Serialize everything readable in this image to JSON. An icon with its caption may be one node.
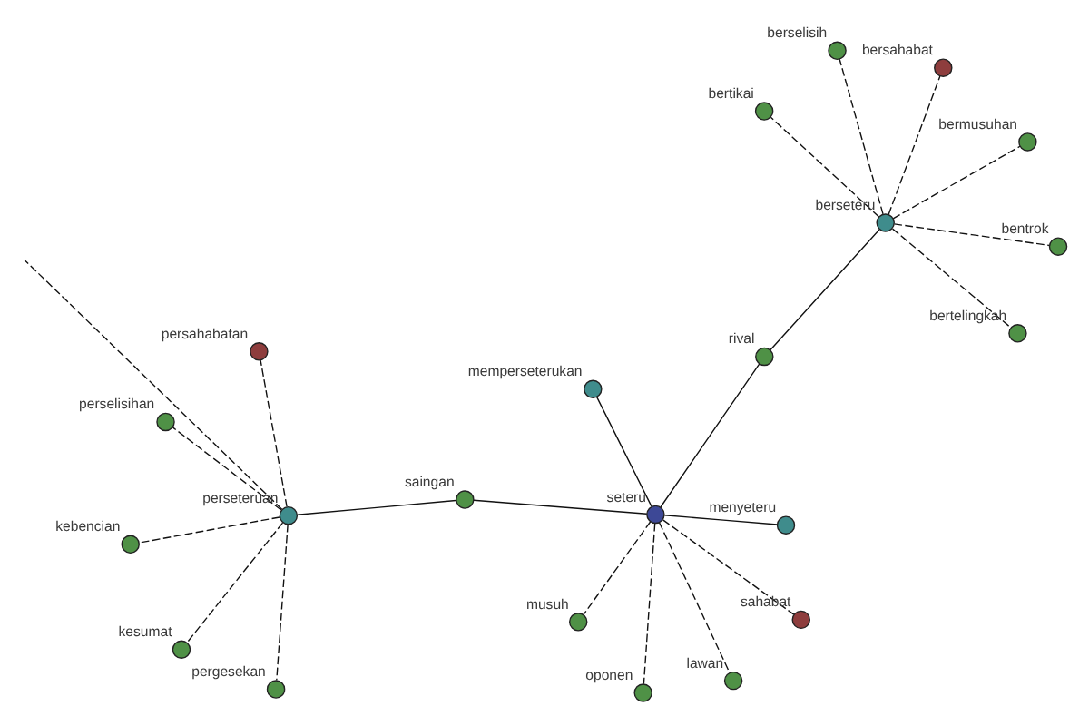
{
  "diagram": {
    "nodes": [
      {
        "text": [
          "kesumat"
        ]
      },
      {
        "text": [
          "persahabatan"
        ]
      },
      {
        "text": [
          "pergesekan"
        ]
      },
      {
        "text": [
          "perselisihan"
        ]
      },
      {
        "text": [
          "perseteruan"
        ]
      },
      {
        "text": [
          "kebencian"
        ]
      },
      {
        "text": [
          "saingan"
        ]
      },
      {
        "text": [
          "sahabat"
        ]
      },
      {
        "text": [
          "bertelingkah"
        ]
      },
      {
        "text": [
          "oponen"
        ]
      },
      {
        "text": [
          "seteru"
        ]
      },
      {
        "text": [
          "berselisih"
        ]
      },
      {
        "text": [
          "rival"
        ]
      },
      {
        "text": [
          "berseteru"
        ]
      },
      {
        "text": [
          "menyeteru"
        ]
      },
      {
        "text": [
          "lawan"
        ]
      },
      {
        "text": [
          "bentrok"
        ]
      },
      {
        "text": [
          "bersahabat"
        ]
      },
      {
        "text": [
          "musuh"
        ]
      },
      {
        "text": [
          "memperseterukan"
        ]
      },
      {
        "text": [
          "bermusuhan"
        ]
      },
      {
        "text": [
          "bertikai"
        ]
      }
    ],
    "edges": [
      {
        "from": 4,
        "to": null,
        "arrow": "none",
        "style": "dashed"
      },
      {
        "from": 4,
        "to": 0,
        "arrow": "none",
        "style": "dashed"
      },
      {
        "from": 4,
        "to": 1,
        "arrow": "none",
        "style": "dashed"
      },
      {
        "from": 4,
        "to": 2,
        "arrow": "none",
        "style": "dashed"
      },
      {
        "from": 4,
        "to": 3,
        "arrow": "none",
        "style": "dashed"
      },
      {
        "from": 4,
        "to": 5,
        "arrow": "none",
        "style": "dashed"
      },
      {
        "from": 6,
        "to": 4,
        "arrow": "none"
      },
      {
        "from": 10,
        "to": 6,
        "arrow": "none"
      },
      {
        "from": 10,
        "to": 7,
        "arrow": "none",
        "style": "dashed"
      },
      {
        "from": 10,
        "to": 9,
        "arrow": "none",
        "style": "dashed"
      },
      {
        "from": 10,
        "to": 12,
        "arrow": "none"
      },
      {
        "from": 10,
        "to": 14,
        "arrow": "none"
      },
      {
        "from": 10,
        "to": 15,
        "arrow": "none",
        "style": "dashed"
      },
      {
        "from": 10,
        "to": 18,
        "arrow": "none",
        "style": "dashed"
      },
      {
        "from": 10,
        "to": 19,
        "arrow": "none"
      },
      {
        "from": 12,
        "to": 13,
        "arrow": "none"
      },
      {
        "from": 13,
        "to": 8,
        "arrow": "none",
        "style": "dashed"
      },
      {
        "from": 13,
        "to": 11,
        "arrow": "none",
        "style": "dashed"
      },
      {
        "from": 13,
        "to": 16,
        "arrow": "none",
        "style": "dashed"
      },
      {
        "from": 13,
        "to": 17,
        "arrow": "none",
        "style": "dashed"
      },
      {
        "from": 13,
        "to": 20,
        "arrow": "none",
        "style": "dashed"
      },
      {
        "from": 13,
        "to": 21,
        "arrow": "none",
        "style": "dashed"
      }
    ]
  }
}
